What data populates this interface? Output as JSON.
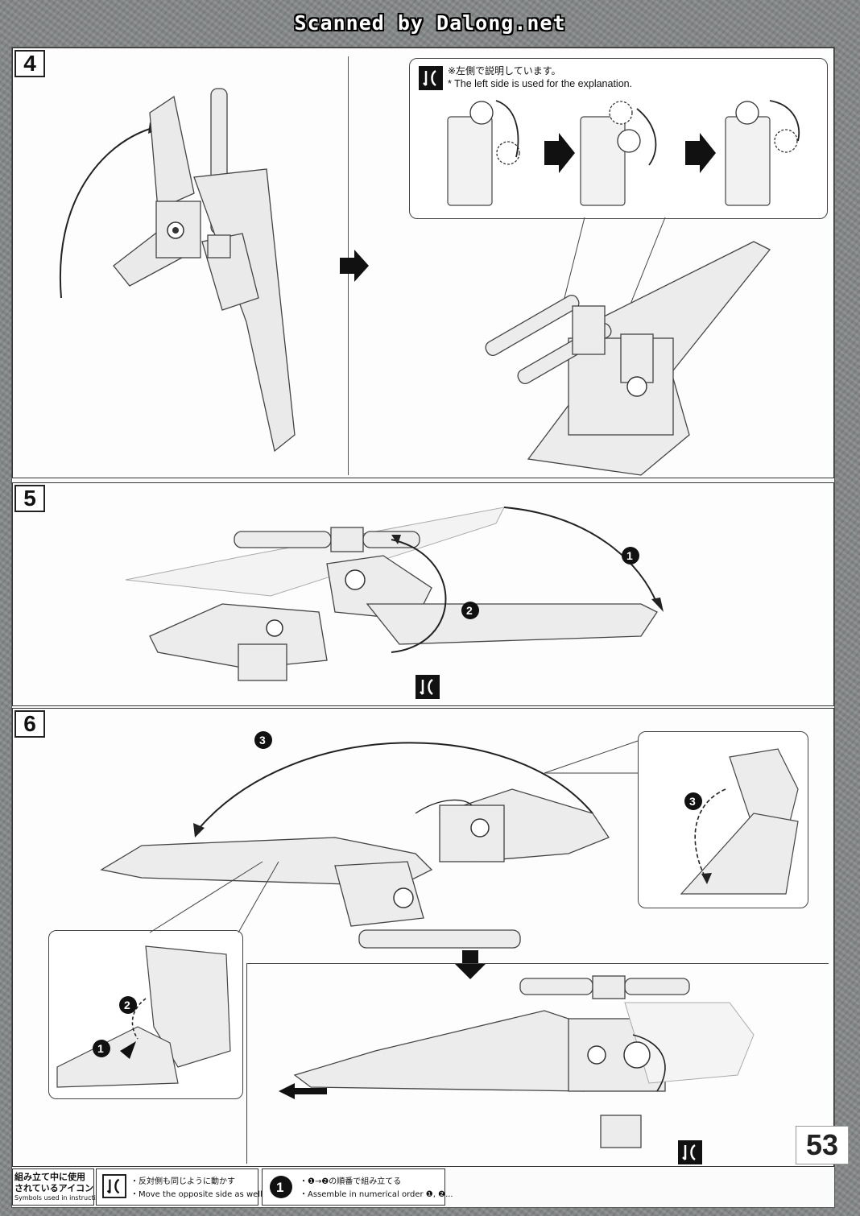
{
  "watermark": "Scanned by Dalong.net",
  "page_number": "53",
  "steps": [
    {
      "number": "4"
    },
    {
      "number": "5"
    },
    {
      "number": "6"
    }
  ],
  "step4": {
    "note_jp": "※左側で説明しています。",
    "note_en": "* The left side is used for the explanation."
  },
  "badges": {
    "one": "1",
    "two": "2",
    "three": "3"
  },
  "footer": {
    "icons_label_jp_1": "組み立て中に使用",
    "icons_label_jp_2": "されているアイコン",
    "icons_label_en": "Symbols used in instructions",
    "opposite_jp": "・反対側も同じように動かす",
    "opposite_en": "・Move the opposite side as well.",
    "order_jp": "・❶→❷の順番で組み立てる",
    "order_en": "・Assemble in numerical order ❶, ❷..."
  }
}
